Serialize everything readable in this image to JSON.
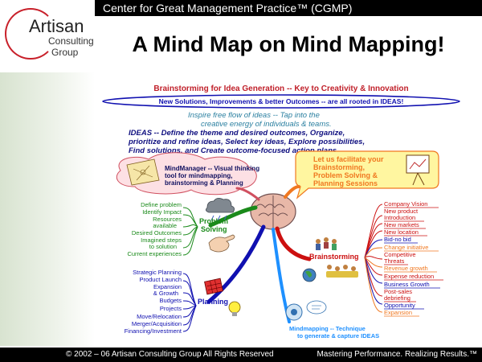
{
  "header": {
    "topbar_text": "Center for Great Management Practice™ (CGMP)",
    "title": "A Mind Map on Mind Mapping!"
  },
  "logo": {
    "line1": "Artisan",
    "line2": "Consulting",
    "line3": "Group"
  },
  "intro": {
    "heading": "Brainstorming for Idea Generation -- Key to Creativity & Innovation",
    "oval": "New Solutions, Improvements & better Outcomes -- are all rooted in IDEAS!",
    "inspire1": "Inspire free flow of ideas -- Tap into the",
    "inspire2": "creative energy of individuals & teams.",
    "ideas1": "IDEAS -- Define the theme and desired outcomes, Organize,",
    "ideas2": "prioritize and refine ideas, Select key ideas, Explore possibilities,",
    "ideas3": "Find solutions, and Create outcome-focused action plans"
  },
  "callouts": {
    "mindmanager1": "MindManager -- Visual thinking",
    "mindmanager2": "tool for mindmapping,",
    "mindmanager3": "brainstorming & Planning",
    "facilitate1": "Let us facilitate your",
    "facilitate2": "Brainstorming,",
    "facilitate3": "Problem Solving &",
    "facilitate4": "Planning Sessions",
    "technique1": "Mindmapping -- Technique",
    "technique2": "to generate & capture IDEAS"
  },
  "branches": {
    "problem_solving": {
      "label1": "Problem",
      "label2": "Solving",
      "items": [
        "Define problem",
        "Identify Impact",
        "Resources",
        "available",
        "Desired Outcomes",
        "Imagined steps",
        "to solution",
        "Current experiences"
      ]
    },
    "planning": {
      "label": "Planning",
      "items": [
        "Strategic Planning",
        "Product Launch",
        "Expansion",
        "& Growth",
        "Budgets",
        "Projects",
        "Move/Relocation",
        "Merger/Acquisition",
        "Financing/Investment"
      ]
    },
    "brainstorming": {
      "label": "Brainstorming",
      "items": [
        "Company Vision",
        "New product",
        "Introduction",
        "New markets",
        "New location",
        "Bid-no bid",
        "Change initiative",
        "Competitive",
        "Threats",
        "Revenue growth",
        "Expense reduction",
        "Business Growth",
        "Post-sales",
        "debriefing",
        "Opportunity",
        "Expansion"
      ]
    }
  },
  "footer": {
    "left": "© 2002 – 06  Artisan Consulting Group   All Rights Reserved",
    "right": "Mastering Performance. Realizing Results.™"
  },
  "colors": {
    "heading_red": "#c0202a",
    "oval_blue": "#1010b0",
    "inspire_teal": "#2a7fa0",
    "ideas_navy": "#101080",
    "problem_green": "#1a8a1a",
    "planning_blue": "#1010b0",
    "brain_red": "#cc1010",
    "facilitate_orange": "#f07820"
  }
}
